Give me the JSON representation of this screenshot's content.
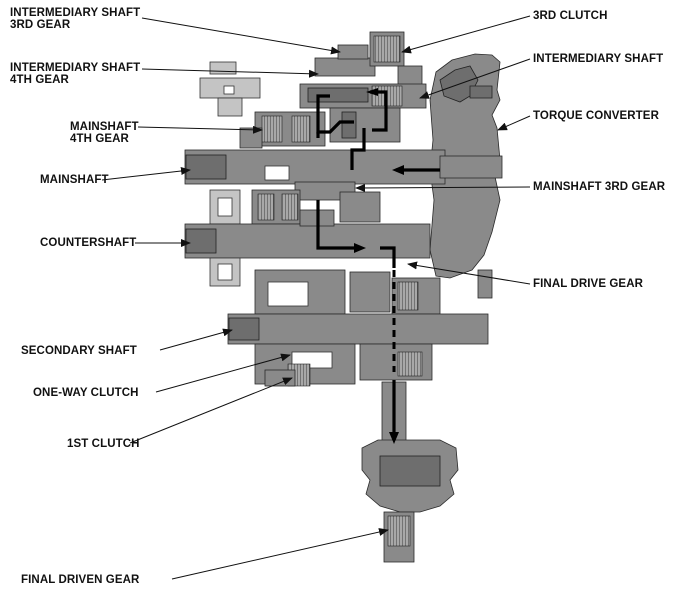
{
  "labels": {
    "intermediary_shaft_3rd_gear": [
      "INTERMEDIARY SHAFT",
      "3RD GEAR"
    ],
    "intermediary_shaft_4th_gear": [
      "INTERMEDIARY SHAFT",
      "4TH GEAR"
    ],
    "mainshaft_4th_gear": [
      "MAINSHAFT",
      "4TH GEAR"
    ],
    "mainshaft": "MAINSHAFT",
    "countershaft": "COUNTERSHAFT",
    "secondary_shaft": "SECONDARY SHAFT",
    "one_way_clutch": "ONE-WAY CLUTCH",
    "first_clutch": "1ST CLUTCH",
    "final_driven_gear": "FINAL DRIVEN GEAR",
    "third_clutch": "3RD CLUTCH",
    "intermediary_shaft": "INTERMEDIARY SHAFT",
    "torque_converter": "TORQUE CONVERTER",
    "mainshaft_3rd_gear": "MAINSHAFT 3RD GEAR",
    "final_drive_gear": "FINAL DRIVE GEAR"
  }
}
